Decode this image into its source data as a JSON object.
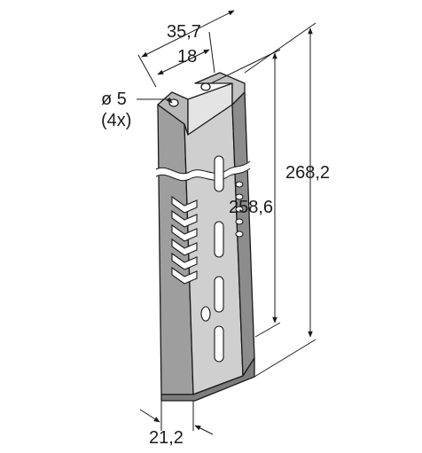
{
  "drawing": {
    "dimensions": {
      "overall_height": "268,2",
      "hole_pitch_height": "258,6",
      "outer_width": "35,7",
      "inner_width": "18",
      "hole_diameter": "ø 5",
      "hole_count": "(4x)",
      "depth": "21,2"
    },
    "colors": {
      "sheet_front": "#cdcdcd",
      "sheet_side": "#9a9a9a",
      "sheet_dark": "#6e6e6e",
      "line": "#1a1a1a"
    }
  }
}
